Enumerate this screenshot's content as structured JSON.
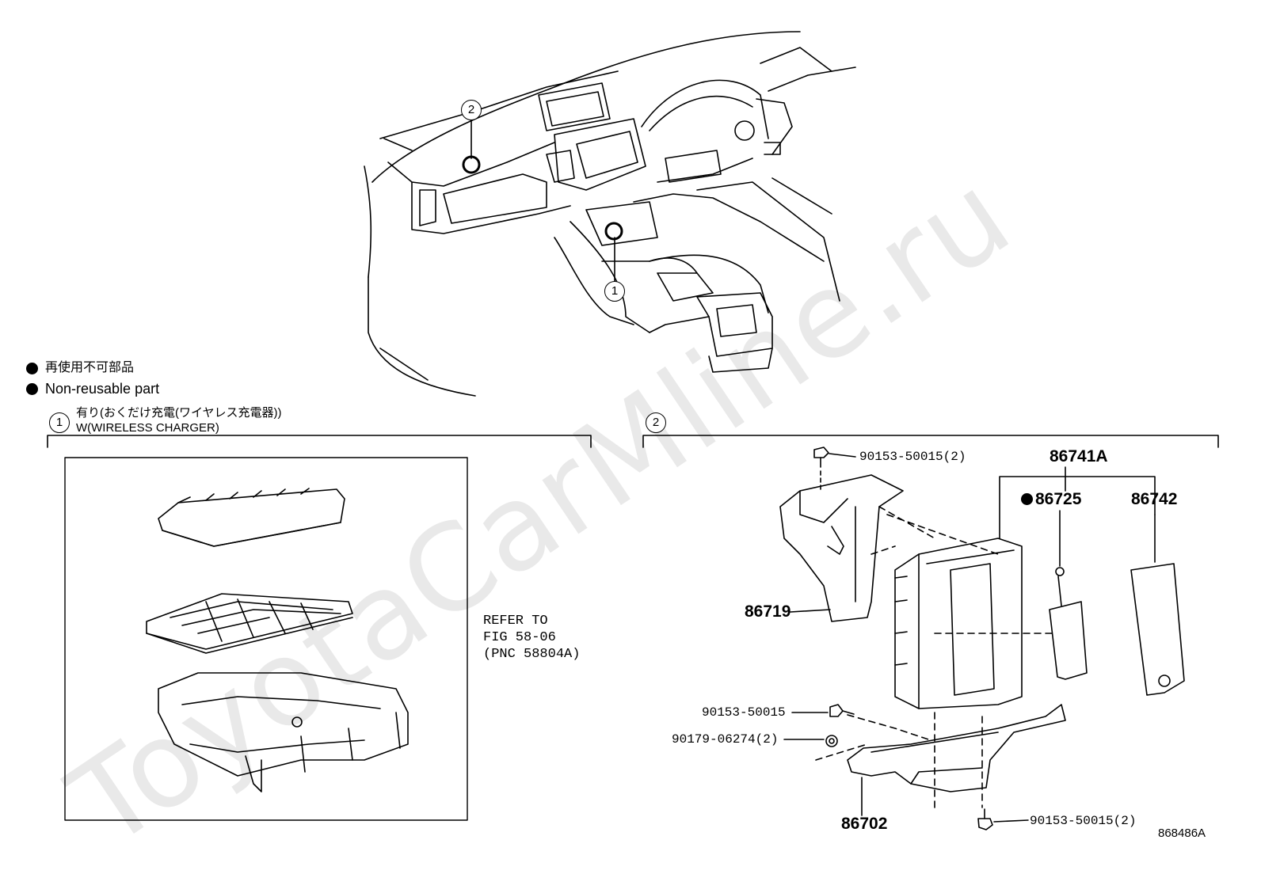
{
  "watermark": "ToyotaCarMline.ru",
  "legend": {
    "jp": "再使用不可部品",
    "en": "Non-reusable part"
  },
  "section1": {
    "marker": "1",
    "title_jp": "有り(おくだけ充電(ワイヤレス充電器))",
    "title_en": "W(WIRELESS CHARGER)",
    "refer": [
      "REFER TO",
      "FIG 58-06",
      "(PNC 58804A)"
    ]
  },
  "section2": {
    "marker": "2"
  },
  "locator_markers": {
    "m1": "1",
    "m2": "2"
  },
  "parts": {
    "p_86741A": "86741A",
    "p_86725": "86725",
    "p_86742": "86742",
    "p_86719": "86719",
    "p_86702": "86702",
    "bolt_top": "90153-50015(2)",
    "bolt_mid": "90153-50015",
    "nut": "90179-06274(2)",
    "bolt_bottom": "90153-50015(2)"
  },
  "illustration_id": "868486A"
}
